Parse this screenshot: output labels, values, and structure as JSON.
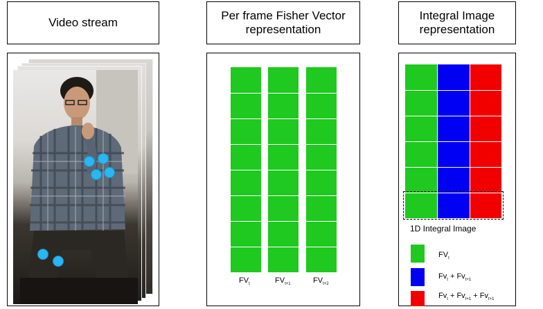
{
  "headers": {
    "video": "Video stream",
    "fisher": "Per frame Fisher Vector representation",
    "integral": "Integral Image representation"
  },
  "fisher_panel": {
    "labels": [
      {
        "base": "FV",
        "sub": "t"
      },
      {
        "base": "FV",
        "sub": "t+1"
      },
      {
        "base": "FV",
        "sub": "t+2"
      }
    ]
  },
  "integral_panel": {
    "highlight_label": "1D Integral Image",
    "legend": [
      {
        "color": "#1fc91f",
        "terms": [
          {
            "base": "FV",
            "sub": "t"
          }
        ]
      },
      {
        "color": "#0000f2",
        "terms": [
          {
            "base": "Fv",
            "sub": "t"
          },
          {
            "base": "Fv",
            "sub": "t+1"
          }
        ]
      },
      {
        "color": "#f20000",
        "terms": [
          {
            "base": "Fv",
            "sub": "t"
          },
          {
            "base": "Fv",
            "sub": "t+1"
          },
          {
            "base": "Fv",
            "sub": "t+1"
          }
        ]
      }
    ]
  },
  "colors": {
    "green": "#1fc91f",
    "blue": "#0000f2",
    "red": "#f20000",
    "dot": "#2ab6f0"
  }
}
